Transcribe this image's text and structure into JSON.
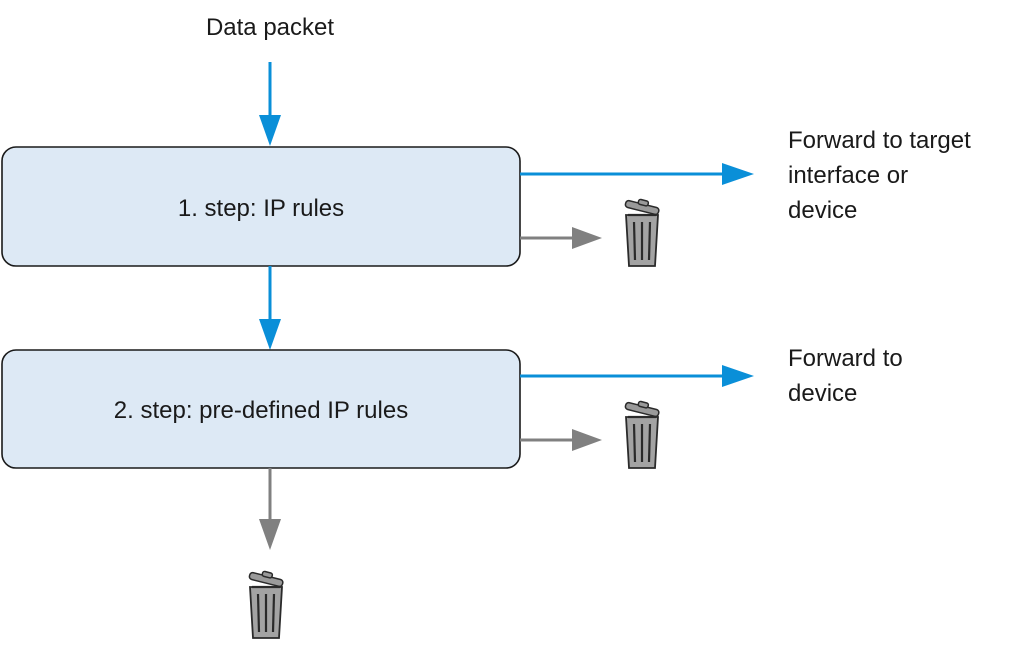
{
  "input_label": "Data packet",
  "steps": [
    {
      "label": "1. step: IP rules",
      "forward_lines": [
        "Forward to target",
        "interface or",
        "device"
      ]
    },
    {
      "label": "2. step: pre-defined IP rules",
      "forward_lines": [
        "Forward to",
        "device"
      ]
    }
  ],
  "icons": {
    "discard": "trash-can-icon"
  },
  "colors": {
    "step_fill": "#dde9f5",
    "forward_arrow": "#0a8fd8",
    "discard_arrow": "#808080"
  }
}
